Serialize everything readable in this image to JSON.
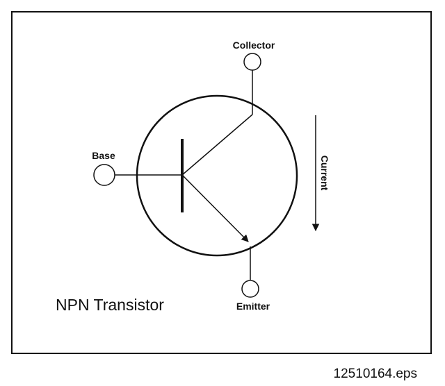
{
  "diagram": {
    "title": "NPN Transistor",
    "terminals": {
      "collector": "Collector",
      "base": "Base",
      "emitter": "Emitter"
    },
    "current_label": "Current",
    "filename": "12510164.eps"
  }
}
